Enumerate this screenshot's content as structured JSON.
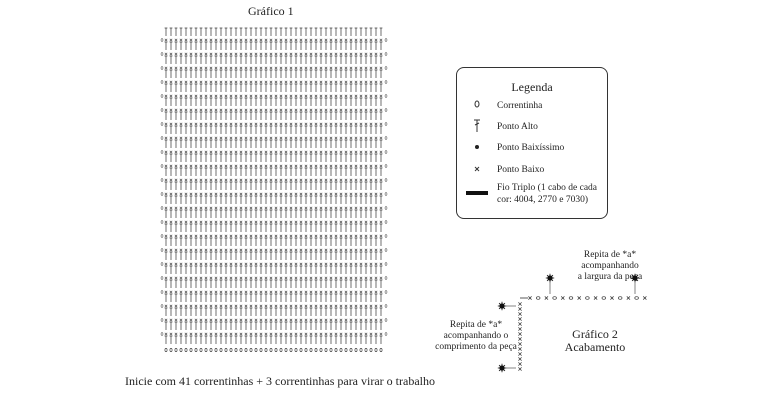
{
  "grafico1": {
    "title": "Gráfico 1",
    "caption": "Inicie com 41 correntinhas + 3 correntinhas para virar o trabalho"
  },
  "legend": {
    "title": "Legenda",
    "items": [
      {
        "symbol": "chain",
        "label": "Correntinha"
      },
      {
        "symbol": "double-crochet",
        "label": "Ponto Alto"
      },
      {
        "symbol": "slip-stitch",
        "label": "Ponto Baixíssimo"
      },
      {
        "symbol": "single-crochet",
        "label": "Ponto Baixo"
      },
      {
        "symbol": "triple-yarn",
        "label_line1": "Fio Triplo (1 cabo de cada",
        "label_line2": "cor: 4004, 2770 e 7030)"
      }
    ]
  },
  "grafico2": {
    "title": "Gráfico 2",
    "subtitle": "Acabamento",
    "note_top_line1": "Repita de *a*",
    "note_top_line2": "acompanhando",
    "note_top_line3": "a largura da peça",
    "note_left_line1": "Repita de *a*",
    "note_left_line2": "acompanhando o",
    "note_left_line3": "comprimento da peça"
  },
  "colors": {
    "ink": "#222222",
    "line": "#333333"
  }
}
